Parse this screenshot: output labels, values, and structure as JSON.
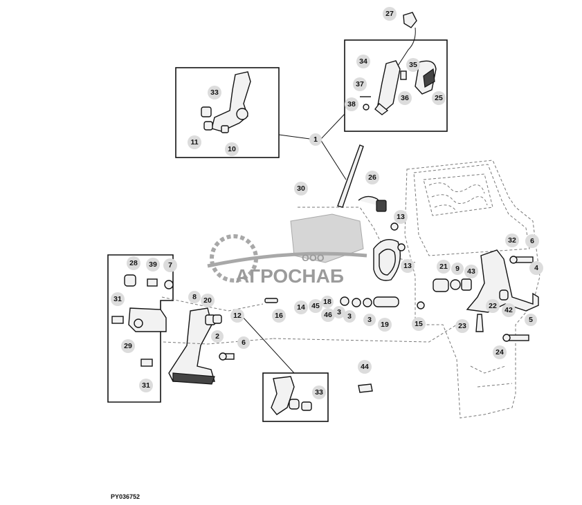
{
  "figure_id": "PY036752",
  "watermark": {
    "line1": "ООО",
    "line2": "АГРОСНАБ"
  },
  "callouts": [
    "27",
    "34",
    "35",
    "37",
    "38",
    "36",
    "25",
    "33",
    "11",
    "10",
    "1",
    "26",
    "30",
    "13",
    "13",
    "32",
    "6",
    "4",
    "28",
    "39",
    "7",
    "31",
    "29",
    "31",
    "8",
    "20",
    "2",
    "12",
    "6",
    "16",
    "14",
    "45",
    "18",
    "46",
    "3",
    "3",
    "3",
    "19",
    "15",
    "21",
    "9",
    "43",
    "22",
    "42",
    "23",
    "5",
    "24",
    "44",
    "33"
  ]
}
